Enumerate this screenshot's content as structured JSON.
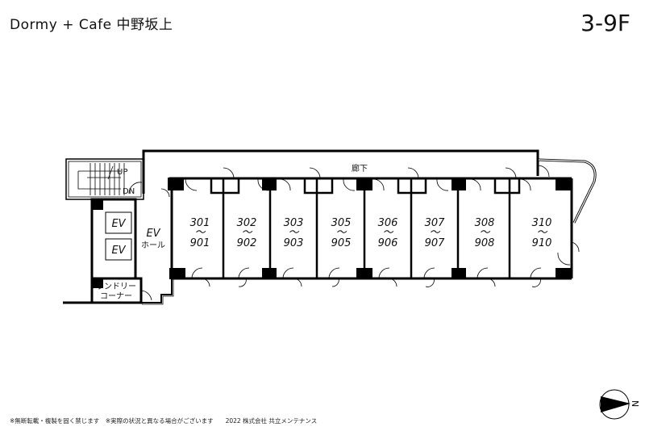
{
  "header": {
    "title": "Dormy + Cafe 中野坂上",
    "floor": "3-9F"
  },
  "plan": {
    "corridor": "廊下",
    "stair_up": "UP",
    "stair_down": "DN",
    "elevator_1": "EV",
    "elevator_2": "EV",
    "ev_hall_1": "EV",
    "ev_hall_2": "ホール",
    "laundry_1": "ランドリー",
    "laundry_2": "コーナー",
    "range_mark": "～",
    "rooms": [
      {
        "from": "301",
        "to": "901"
      },
      {
        "from": "302",
        "to": "902"
      },
      {
        "from": "303",
        "to": "903"
      },
      {
        "from": "305",
        "to": "905"
      },
      {
        "from": "306",
        "to": "906"
      },
      {
        "from": "307",
        "to": "907"
      },
      {
        "from": "308",
        "to": "908"
      },
      {
        "from": "310",
        "to": "910"
      }
    ],
    "compass": "N"
  },
  "footer": {
    "text": "※無断転載・複製を固く禁じます　※実際の状況と異なる場合がございます　　2022 株式会社 共立メンテナンス"
  }
}
